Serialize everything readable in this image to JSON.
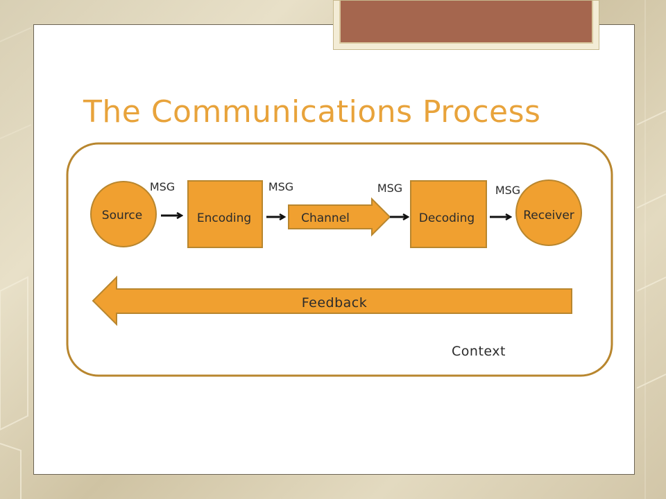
{
  "slide": {
    "title": "The Communications Process"
  },
  "diagram": {
    "nodes": {
      "source": "Source",
      "encoding": "Encoding",
      "channel": "Channel",
      "decoding": "Decoding",
      "receiver": "Receiver"
    },
    "messages": [
      "MSG",
      "MSG",
      "MSG",
      "MSG"
    ],
    "feedback": "Feedback",
    "context": "Context"
  },
  "colors": {
    "accent": "#e8a33b",
    "shape_fill": "#f0a030",
    "shape_stroke": "#b8862e",
    "frame_stroke": "#b8862e",
    "text": "#2b2b2b",
    "deco_tab": "#a5664e"
  }
}
